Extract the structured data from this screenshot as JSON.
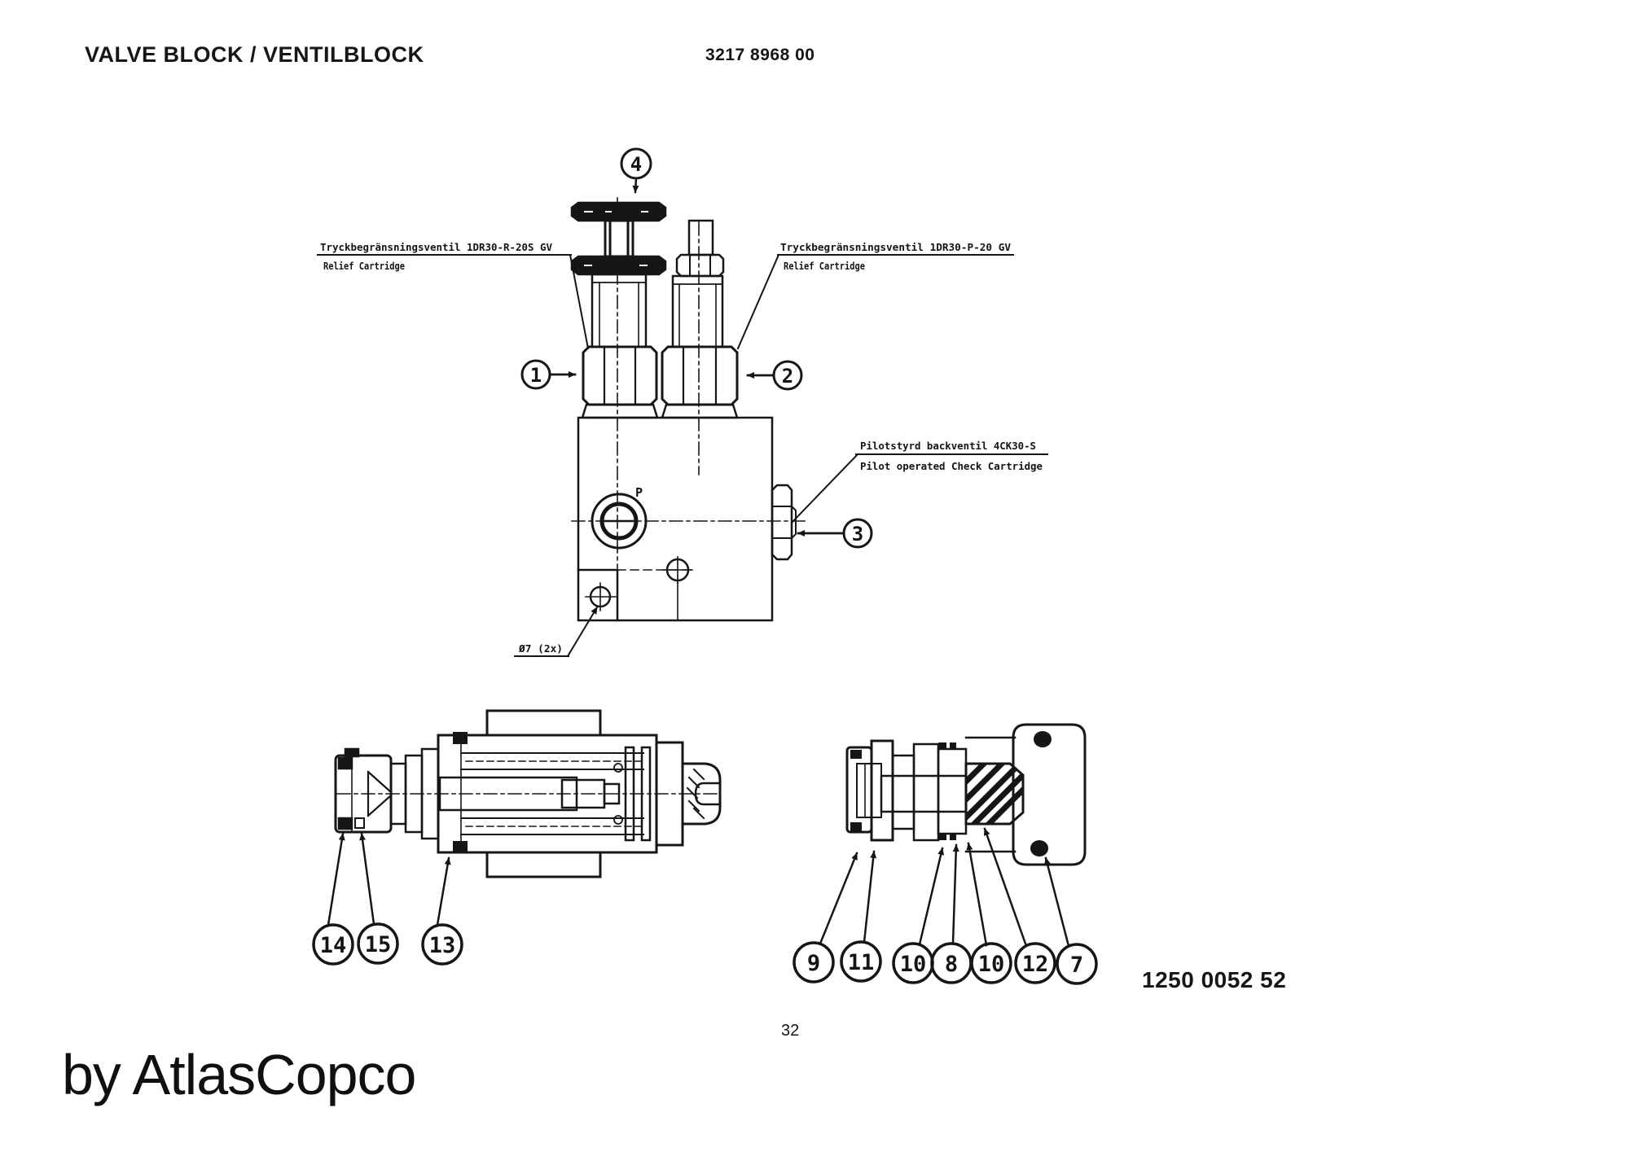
{
  "header": {
    "title": "VALVE BLOCK / VENTILBLOCK",
    "part_number": "3217 8968 00"
  },
  "footer": {
    "doc_number": "1250 0052 52",
    "page_number": "32",
    "watermark": "by AtlasCopco"
  },
  "diagram": {
    "labels": {
      "relief_left_line1": "Tryckbegränsningsventil 1DR30-R-20S GV",
      "relief_left_line2": "Relief Cartridge",
      "relief_right_line1": "Tryckbegränsningsventil 1DR30-P-20 GV",
      "relief_right_line2": "Relief Cartridge",
      "check_line1": "Pilotstyrd backventil 4CK30-S",
      "check_line2": "Pilot operated Check Cartridge",
      "hole_dia": "Ø7 (2x)",
      "port_p": "P"
    },
    "callouts": {
      "c1": "1",
      "c2": "2",
      "c3": "3",
      "c4": "4",
      "c7": "7",
      "c8": "8",
      "c9": "9",
      "c10a": "10",
      "c10b": "10",
      "c11": "11",
      "c12": "12",
      "c13": "13",
      "c14": "14",
      "c15": "15"
    },
    "colors": {
      "ink": "#161616",
      "paper": "#ffffff"
    }
  }
}
